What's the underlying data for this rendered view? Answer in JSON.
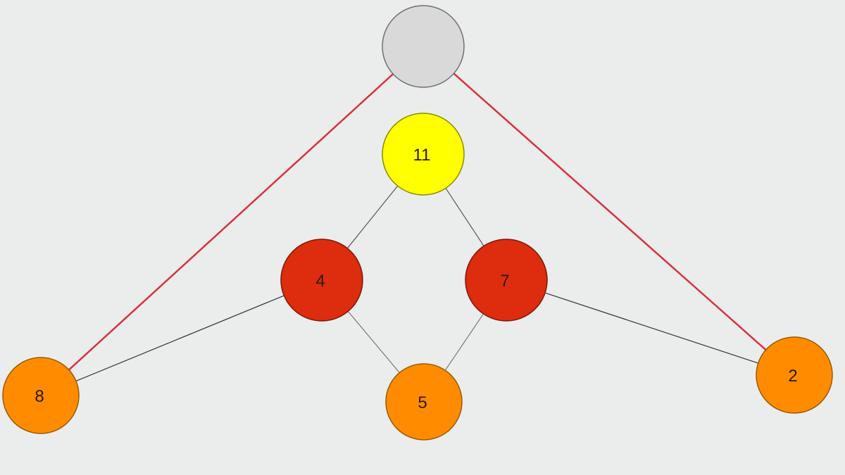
{
  "diagram": {
    "nodes": [
      {
        "id": "top",
        "label": "",
        "fill": "#d9d9d9",
        "stroke": "#6f6f6f"
      },
      {
        "id": "n11",
        "label": "11",
        "fill": "#ffff00",
        "stroke": "#8a8a00"
      },
      {
        "id": "n4",
        "label": "4",
        "fill": "#dd2c0e",
        "stroke": "#7a1a08"
      },
      {
        "id": "n7",
        "label": "7",
        "fill": "#dd2c0e",
        "stroke": "#7a1a08"
      },
      {
        "id": "n8",
        "label": "8",
        "fill": "#ff8c00",
        "stroke": "#9a5a00"
      },
      {
        "id": "n5",
        "label": "5",
        "fill": "#ff8c00",
        "stroke": "#9a5a00"
      },
      {
        "id": "n2",
        "label": "2",
        "fill": "#ff8c00",
        "stroke": "#9a5a00"
      }
    ],
    "edges": [
      {
        "from": "top",
        "to": "n8",
        "color": "#d9313d"
      },
      {
        "from": "top",
        "to": "n2",
        "color": "#d9313d"
      },
      {
        "from": "n11",
        "to": "n4",
        "color": "#555555"
      },
      {
        "from": "n11",
        "to": "n7",
        "color": "#555555"
      },
      {
        "from": "n4",
        "to": "n8",
        "color": "#333333"
      },
      {
        "from": "n4",
        "to": "n5",
        "color": "#777777"
      },
      {
        "from": "n7",
        "to": "n5",
        "color": "#777777"
      },
      {
        "from": "n7",
        "to": "n2",
        "color": "#333333"
      }
    ]
  },
  "colors": {
    "background": "#ebeded"
  }
}
